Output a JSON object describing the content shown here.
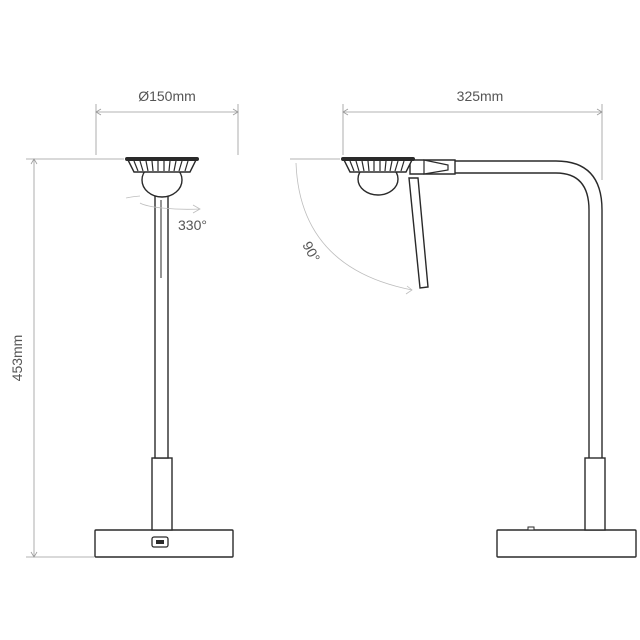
{
  "dimensions": {
    "diameter_label": "Ø150mm",
    "width_label": "325mm",
    "height_label": "453mm",
    "rotation_label": "330°",
    "tilt_label": "90°"
  }
}
